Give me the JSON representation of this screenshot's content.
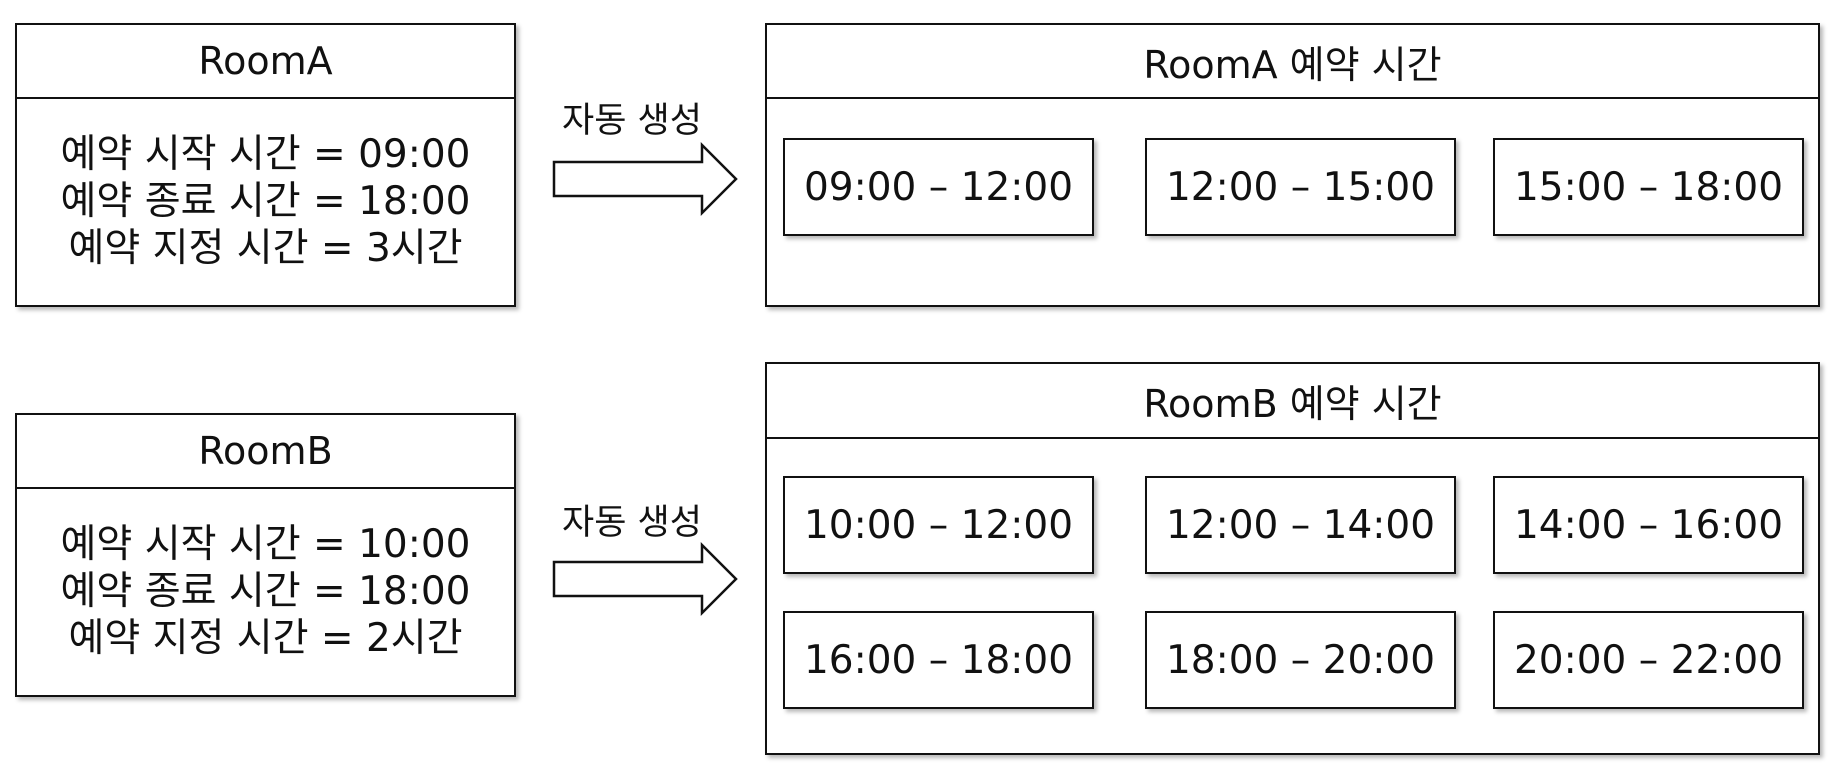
{
  "arrow_label": "자동 생성",
  "rooms": [
    {
      "name": "RoomA",
      "config_lines": [
        "예약 시작 시간 = 09:00",
        "예약 종료 시간 = 18:00",
        "예약 지정 시간 = 3시간"
      ],
      "result_title": "RoomA 예약 시간",
      "slots": [
        "09:00 – 12:00",
        "12:00 – 15:00",
        "15:00 – 18:00"
      ]
    },
    {
      "name": "RoomB",
      "config_lines": [
        "예약 시작 시간 = 10:00",
        "예약 종료 시간 = 18:00",
        "예약 지정 시간 = 2시간"
      ],
      "result_title": "RoomB 예약 시간",
      "slots": [
        "10:00 – 12:00",
        "12:00 – 14:00",
        "14:00 – 16:00",
        "16:00 – 18:00",
        "18:00 – 20:00",
        "20:00 – 22:00"
      ]
    }
  ]
}
